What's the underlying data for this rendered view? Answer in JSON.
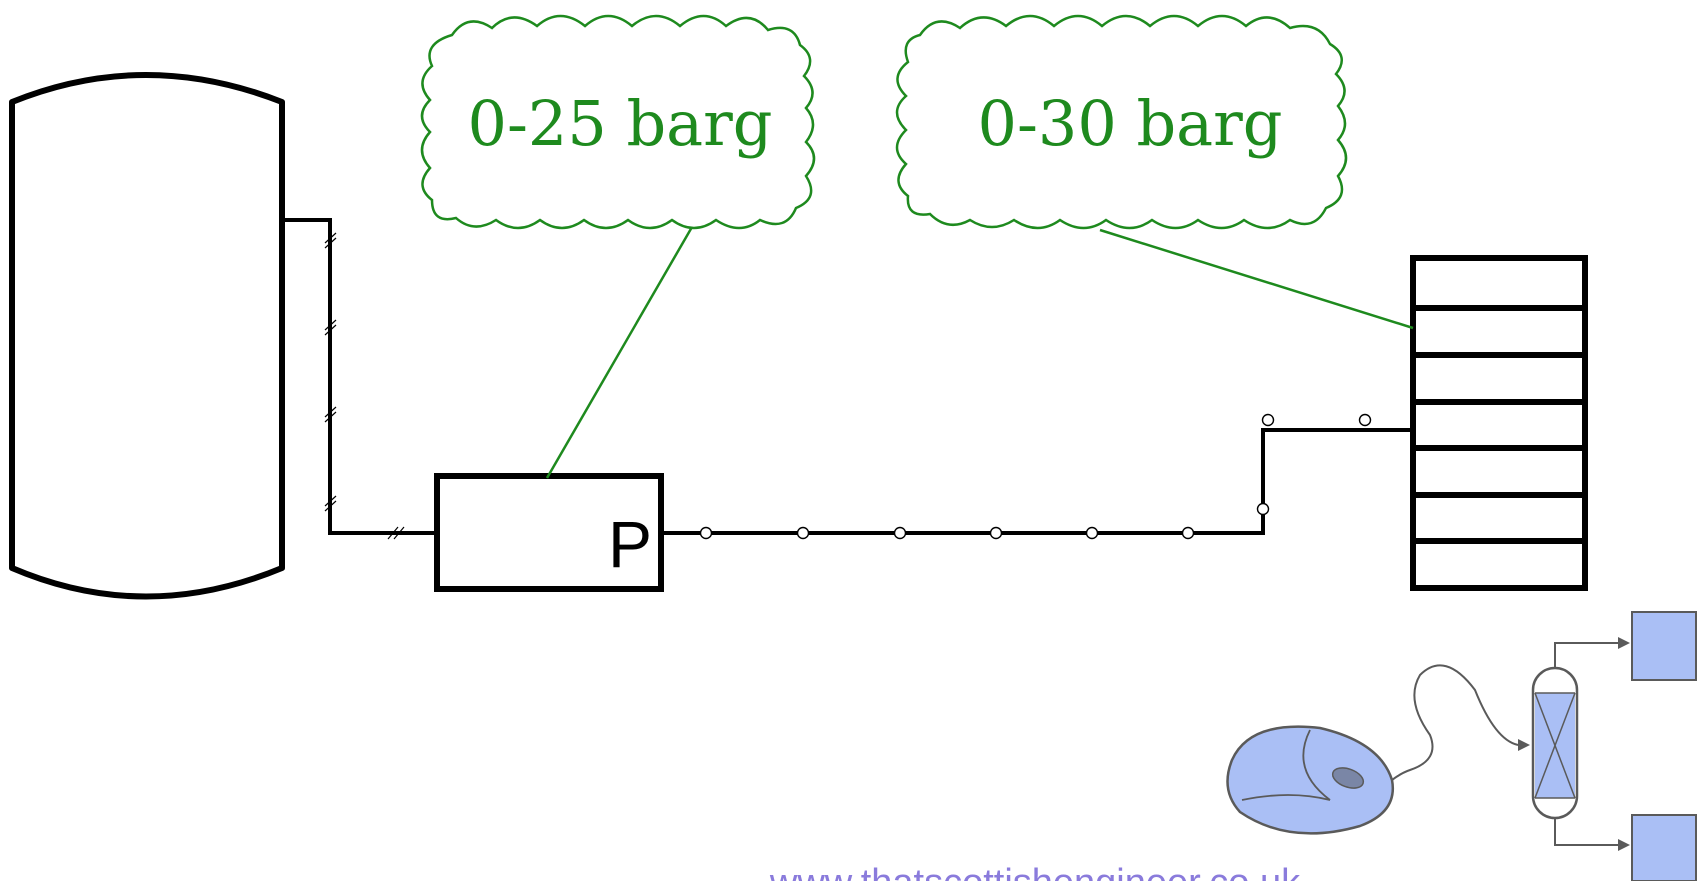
{
  "callouts": {
    "instrument_range": "0-25 barg",
    "panel_range": "0-30 barg"
  },
  "instrument": {
    "tag_letter": "P"
  },
  "watermark": {
    "url": "www.thatscottishengineer.co.uk"
  },
  "colors": {
    "line": "#000000",
    "callout": "#1e8a1e",
    "logo_fill": "#aabff5",
    "logo_stroke": "#5a5a5a",
    "url": "#8a7bdc"
  },
  "icons": {
    "vessel": "vessel-icon",
    "transmitter": "pressure-transmitter-icon",
    "panel": "control-panel-icon",
    "signal": "signal-line-icon",
    "logo": "mouse-column-logo-icon"
  }
}
